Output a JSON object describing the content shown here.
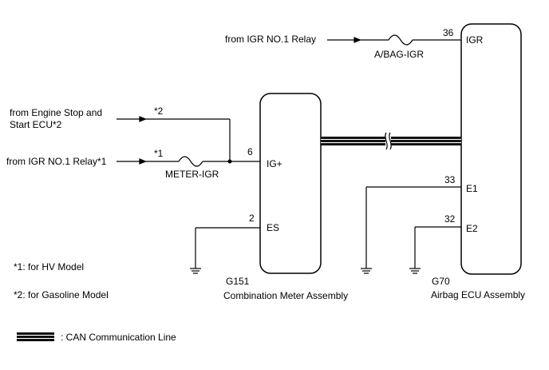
{
  "wires": {
    "igr_relay_airbag": "from IGR NO.1 Relay",
    "engine_stop_line1": "from Engine Stop and",
    "engine_stop_line2": "Start ECU*2",
    "igr_relay_meter": "from IGR NO.1 Relay*1"
  },
  "fuses": {
    "abag_igr": "A/BAG-IGR",
    "meter_igr": "METER-IGR"
  },
  "notes": {
    "star1_mark": "*1",
    "star2_mark": "*2",
    "note1": "*1: for HV Model",
    "note2": "*2: for Gasoline Model"
  },
  "combination_meter": {
    "code": "G151",
    "name": "Combination Meter Assembly",
    "pins": [
      {
        "number": "6",
        "name": "IG+"
      },
      {
        "number": "2",
        "name": "ES"
      }
    ]
  },
  "airbag_ecu": {
    "code": "G70",
    "name": "Airbag ECU Assembly",
    "pins": [
      {
        "number": "36",
        "name": "IGR"
      },
      {
        "number": "33",
        "name": "E1"
      },
      {
        "number": "32",
        "name": "E2"
      }
    ]
  },
  "legend": {
    "can_label": ": CAN Communication Line"
  },
  "colors": {
    "line": "#000000",
    "background": "#ffffff"
  }
}
